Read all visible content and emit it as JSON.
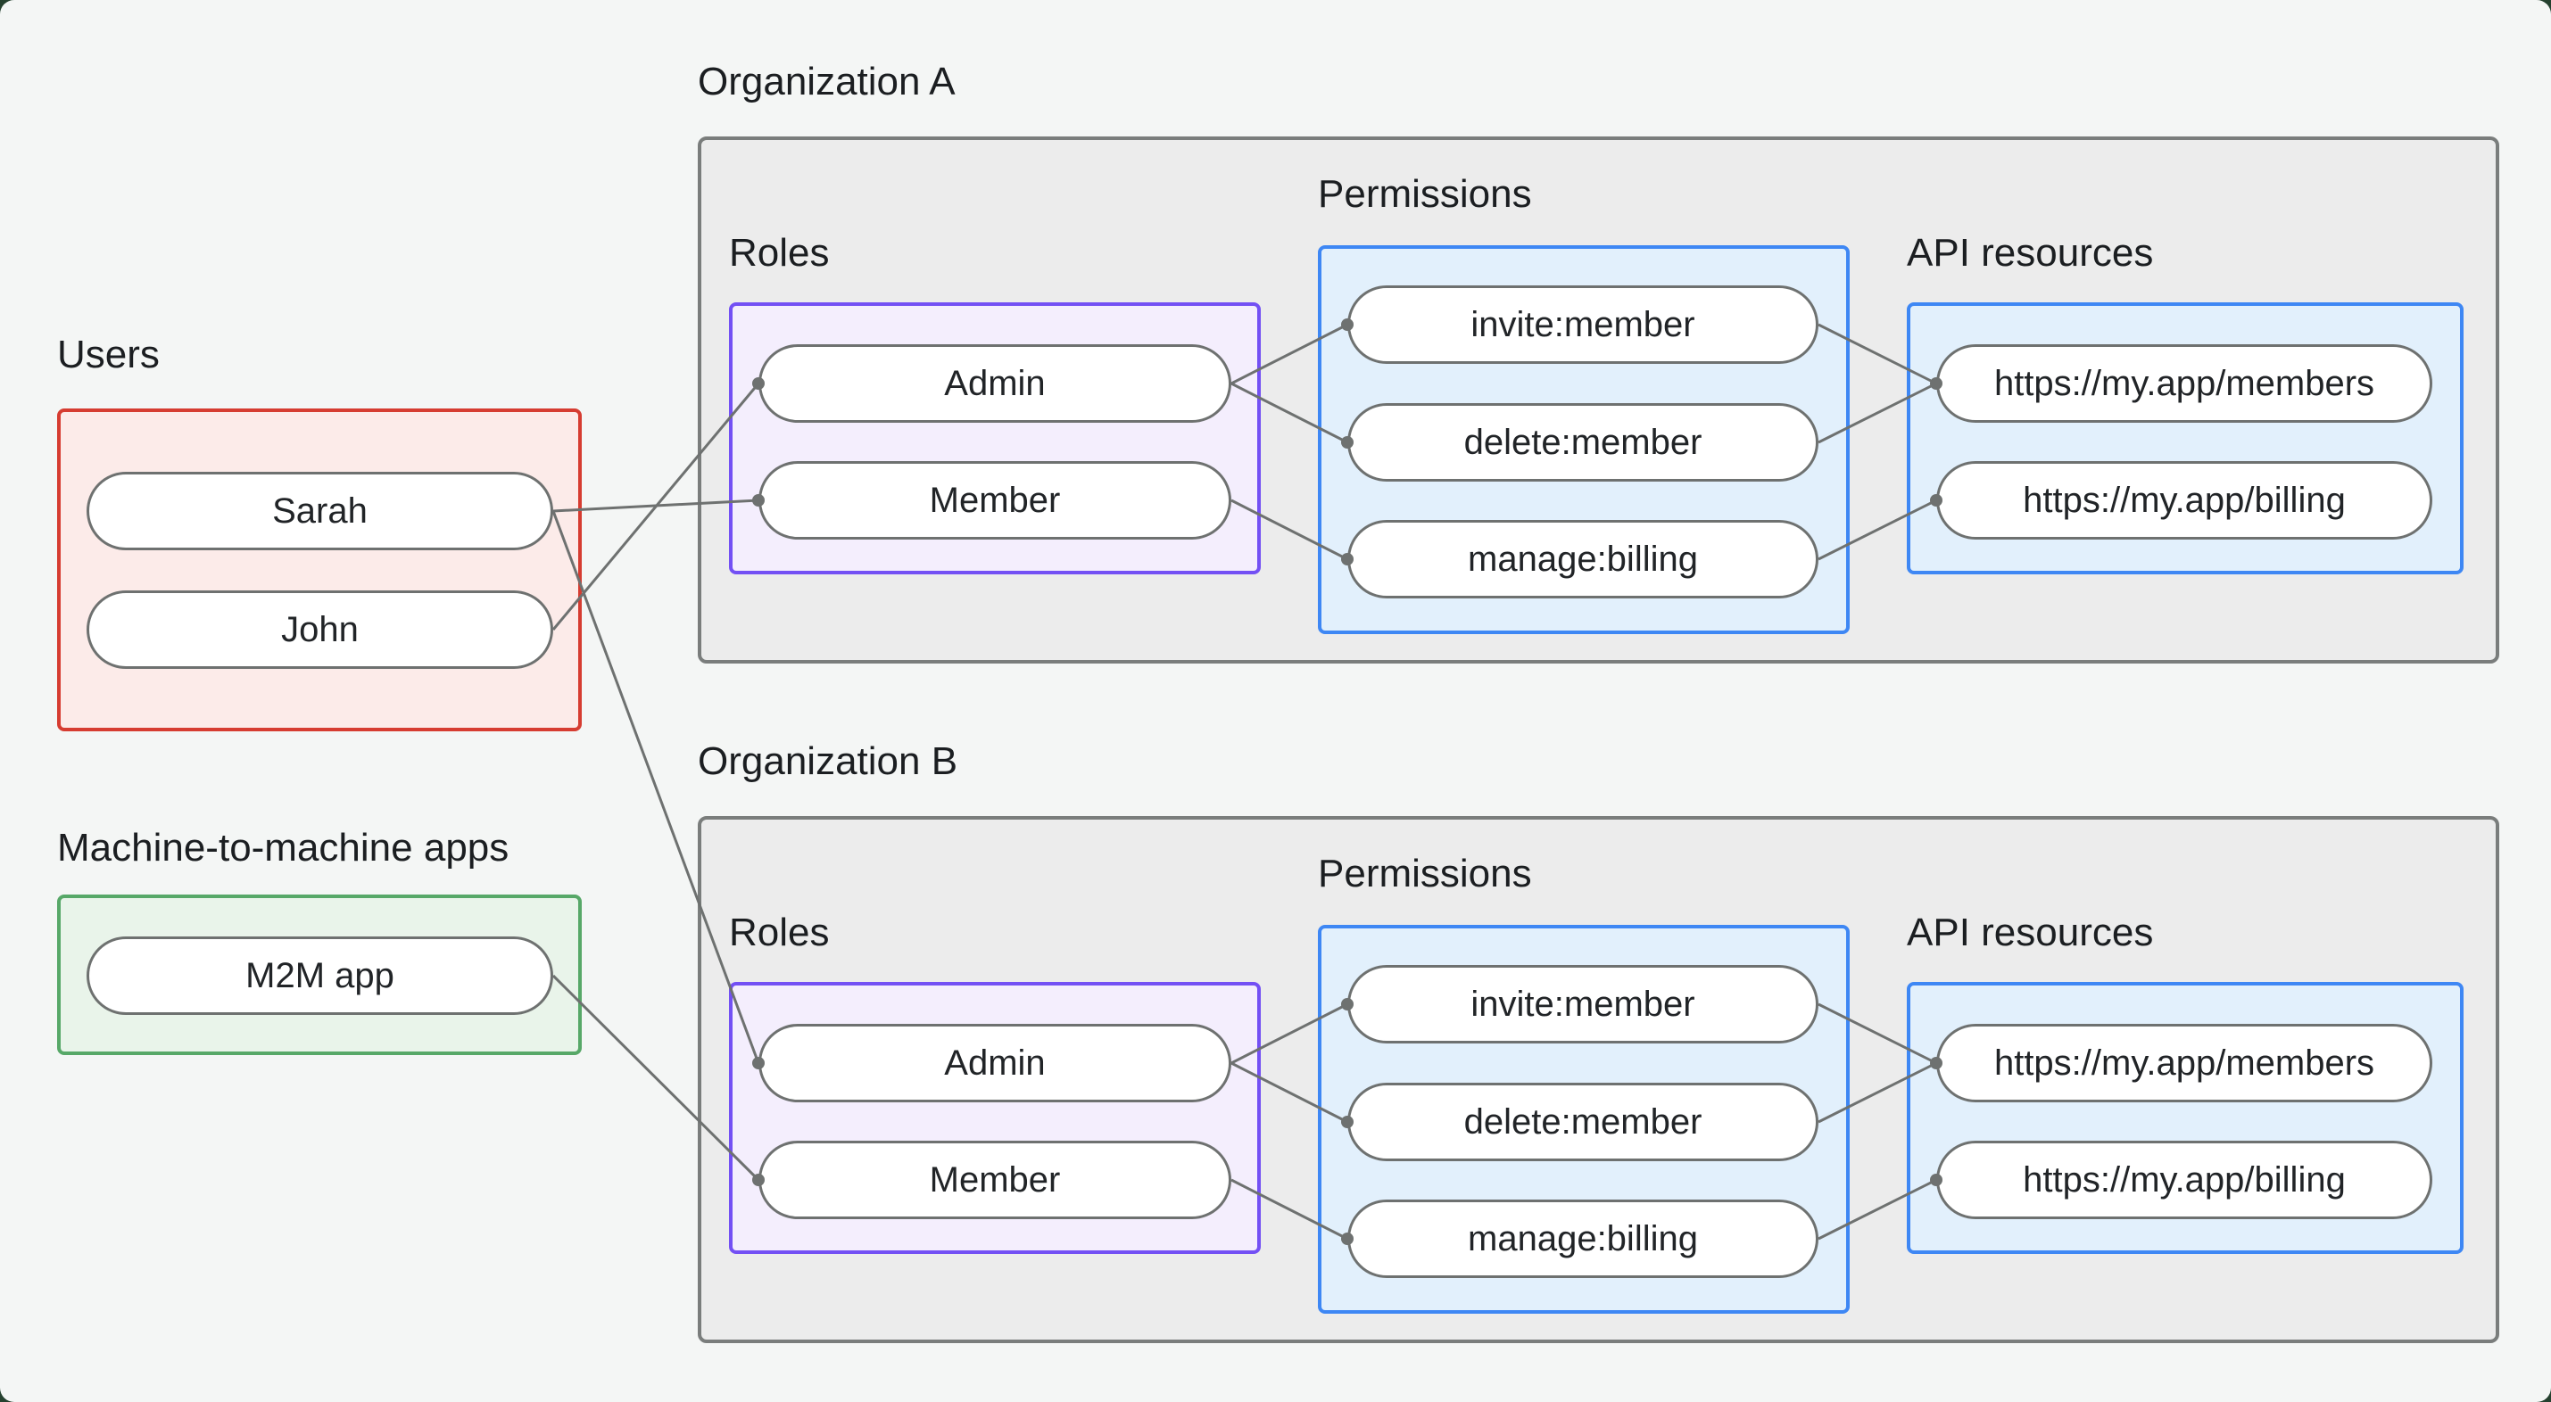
{
  "colors": {
    "page_bg": "#f4f6f5",
    "outer_bg": "#25412f",
    "org_fill": "#ececec",
    "org_border": "#7a7d7c",
    "users_fill": "#fcebe9",
    "users_border": "#d63c31",
    "m2m_fill": "#e9f4ea",
    "m2m_border": "#57a868",
    "roles_fill": "#f4eefd",
    "roles_border": "#7350f4",
    "permissions_fill": "#e2f0fc",
    "permissions_border": "#3e87f4",
    "node_fill": "#ffffff",
    "node_border": "#6e7170",
    "edge_color": "#6e7170",
    "text_color": "#1b1e21"
  },
  "users": {
    "label": "Users",
    "nodes": [
      "Sarah",
      "John"
    ]
  },
  "m2m": {
    "label": "Machine-to-machine apps",
    "nodes": [
      "M2M app"
    ]
  },
  "org_a": {
    "label": "Organization A",
    "roles_label": "Roles",
    "permissions_label": "Permissions",
    "api_label": "API resources",
    "roles": [
      "Admin",
      "Member"
    ],
    "permissions": [
      "invite:member",
      "delete:member",
      "manage:billing"
    ],
    "api_resources": [
      "https://my.app/members",
      "https://my.app/billing"
    ]
  },
  "org_b": {
    "label": "Organization B",
    "roles_label": "Roles",
    "permissions_label": "Permissions",
    "api_label": "API resources",
    "roles": [
      "Admin",
      "Member"
    ],
    "permissions": [
      "invite:member",
      "delete:member",
      "manage:billing"
    ],
    "api_resources": [
      "https://my.app/members",
      "https://my.app/billing"
    ]
  },
  "edges": [
    {
      "from": "Sarah",
      "to": "Org A / Member"
    },
    {
      "from": "John",
      "to": "Org A / Admin"
    },
    {
      "from": "Sarah",
      "to": "Org B / Admin"
    },
    {
      "from": "M2M app",
      "to": "Org B / Member"
    },
    {
      "from": "Org A / Admin",
      "to": "Org A / invite:member"
    },
    {
      "from": "Org A / Admin",
      "to": "Org A / delete:member"
    },
    {
      "from": "Org A / Member",
      "to": "Org A / manage:billing"
    },
    {
      "from": "Org A / invite:member",
      "to": "Org A / https://my.app/members"
    },
    {
      "from": "Org A / delete:member",
      "to": "Org A / https://my.app/members"
    },
    {
      "from": "Org A / manage:billing",
      "to": "Org A / https://my.app/billing"
    },
    {
      "from": "Org B / Admin",
      "to": "Org B / invite:member"
    },
    {
      "from": "Org B / Admin",
      "to": "Org B / delete:member"
    },
    {
      "from": "Org B / Member",
      "to": "Org B / manage:billing"
    },
    {
      "from": "Org B / invite:member",
      "to": "Org B / https://my.app/members"
    },
    {
      "from": "Org B / delete:member",
      "to": "Org B / https://my.app/members"
    },
    {
      "from": "Org B / manage:billing",
      "to": "Org B / https://my.app/billing"
    }
  ]
}
